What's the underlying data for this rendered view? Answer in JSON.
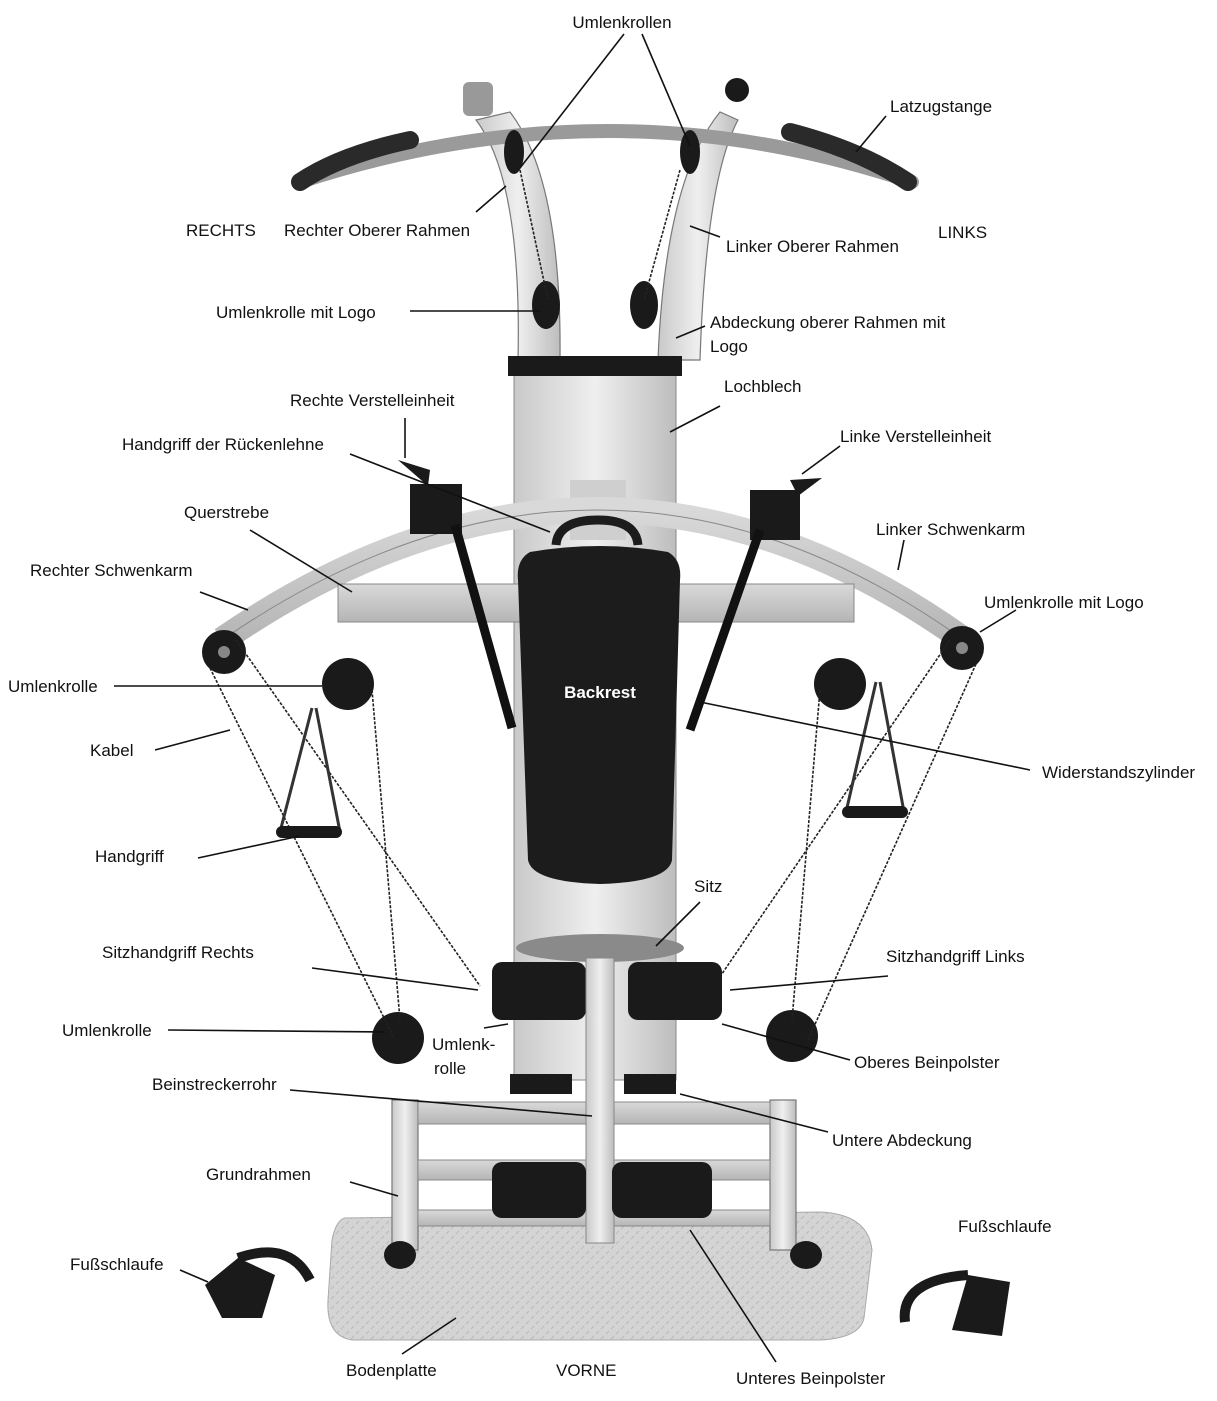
{
  "labels": {
    "umlenkrollen": "Umlenkrollen",
    "latzugstange": "Latzugstange",
    "rechts": "RECHTS",
    "rechter_oberer_rahmen": "Rechter Oberer Rahmen",
    "linker_oberer_rahmen": "Linker Oberer Rahmen",
    "links": "LINKS",
    "umlenkrolle_mit_logo_oben": "Umlenkrolle mit Logo",
    "abdeckung_line1": "Abdeckung oberer Rahmen mit",
    "abdeckung_line2": "Logo",
    "lochblech": "Lochblech",
    "rechte_verstelleinheit": "Rechte Verstelleinheit",
    "handgriff_rueckenlehne": "Handgriff der Rückenlehne",
    "linke_verstelleinheit": "Linke Verstelleinheit",
    "querstrebe": "Querstrebe",
    "linker_schwenkarm": "Linker Schwenkarm",
    "rechter_schwenkarm": "Rechter Schwenkarm",
    "umlenkrolle_mit_logo_rechts": "Umlenkrolle mit Logo",
    "umlenkrolle_oben": "Umlenkrolle",
    "backrest": "Backrest",
    "kabel": "Kabel",
    "widerstandszylinder": "Widerstandszylinder",
    "handgriff": "Handgriff",
    "sitz": "Sitz",
    "sitzhandgriff_rechts": "Sitzhandgriff Rechts",
    "sitzhandgriff_links": "Sitzhandgriff Links",
    "umlenkrolle_unten": "Umlenkrolle",
    "umlenkrolle_mitte_line1": "Umlenk-",
    "umlenkrolle_mitte_line2": "rolle",
    "oberes_beinpolster": "Oberes Beinpolster",
    "beinstreckerrohr": "Beinstreckerrohr",
    "untere_abdeckung": "Untere Abdeckung",
    "grundrahmen": "Grundrahmen",
    "fussschlaufe_rechts": "Fußschlaufe",
    "fussschlaufe_links": "Fußschlaufe",
    "bodenplatte": "Bodenplatte",
    "vorne": "VORNE",
    "unteres_beinpolster": "Unteres Beinpolster"
  }
}
